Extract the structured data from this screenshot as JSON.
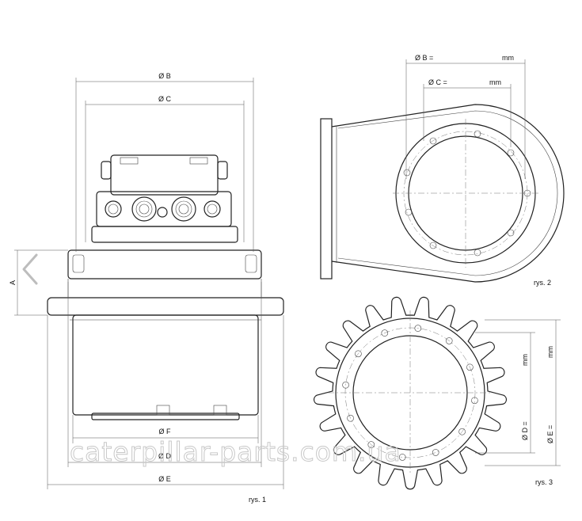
{
  "labels": {
    "dia_b_left": "Ø B",
    "dia_c_left": "Ø C",
    "dim_a": "A",
    "dia_f": "Ø F",
    "dia_d_left": "Ø D",
    "dia_e_left": "Ø E",
    "fig1": "rys. 1",
    "dia_b_right": "Ø B =",
    "dia_b_unit": "mm",
    "dia_c_right": "Ø C =",
    "dia_c_unit": "mm",
    "fig2": "rys. 2",
    "dia_d_right": "Ø D =",
    "dia_d_unit": "mm",
    "dia_e_right": "Ø E =",
    "dia_e_unit": "mm",
    "fig3": "rys. 3"
  },
  "watermark": "caterpillar-parts.com.ua",
  "colors": {
    "line": "#222222",
    "fill": "#ffffff",
    "watermark": "#c8c8c8"
  },
  "icons": {
    "back": "chevron-left-icon"
  }
}
